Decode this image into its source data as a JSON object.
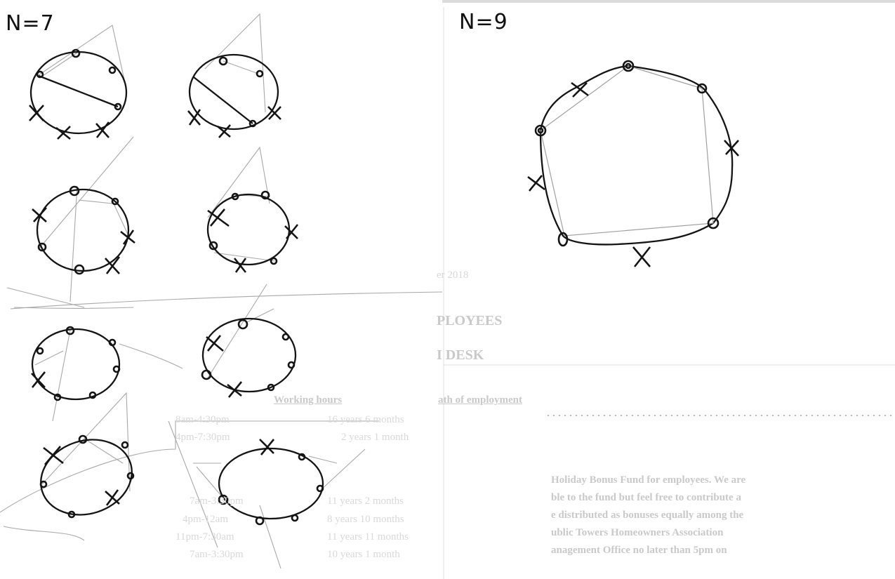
{
  "labels": {
    "left": "N=7",
    "right": "N=9"
  },
  "show_through_text": {
    "mid_heading_a": "er 2018",
    "mid_heading_b": "PLOYEES",
    "mid_heading_c": "I DESK",
    "col1_head": "ath of employment",
    "col2_head": "Working hours",
    "col1_r1": "16 years 6 months",
    "col2_r1": "8am-4:30pm",
    "col1_r2": "2 years 1 month",
    "col2_r2": "4pm-7:30pm",
    "col1_r3": "11 years 2 months",
    "col2_r3": "7am-3:30pm",
    "col1_r4": "8 years 10 months",
    "col2_r4": "4pm-12am",
    "col1_r5": "11 years 11 months",
    "col2_r5": "11pm-7:30am",
    "col1_r6": "10 years 1 month",
    "col2_r6": "7am-3:30pm",
    "para_1": "Holiday Bonus Fund for employees. We are",
    "para_2": "ble to the fund but feel free to contribute a",
    "para_3": "e distributed as bonuses equally among the",
    "para_4": "ublic Towers Homeowners Association",
    "para_5": "anagement Office no later than 5pm on"
  },
  "colors": {
    "ink": "#111111",
    "pencil": "#9a9a9a",
    "show_through": "#c9c9c9"
  }
}
